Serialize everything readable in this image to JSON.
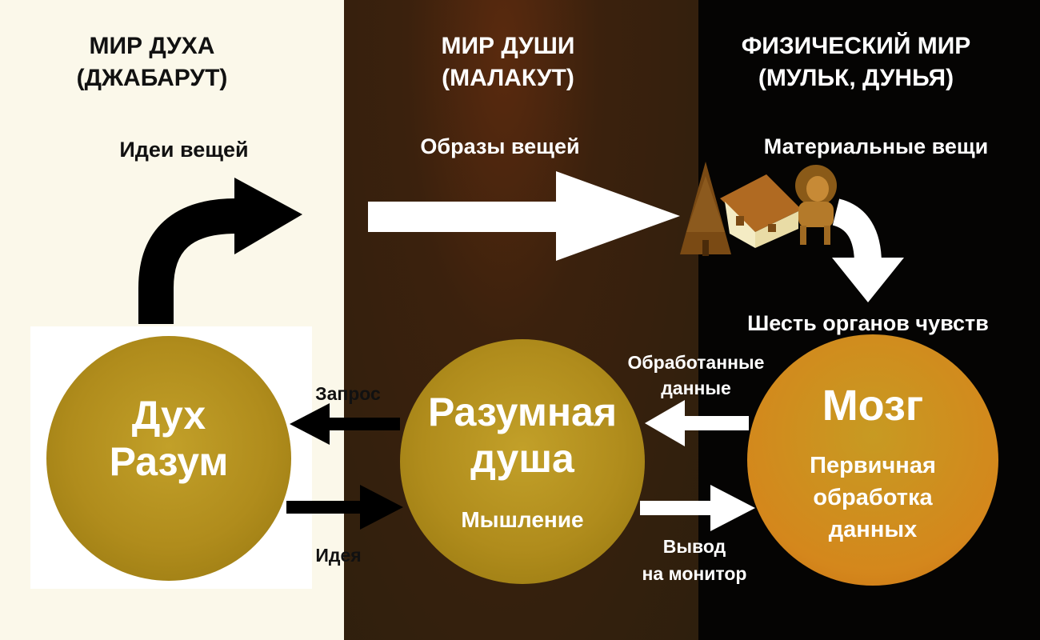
{
  "worlds": {
    "spirit": {
      "title_line1": "МИР ДУХА",
      "title_line2": "(ДЖАБАРУТ)",
      "caption": "Идеи вещей"
    },
    "soul": {
      "title_line1": "МИР ДУШИ",
      "title_line2": "(МАЛАКУТ)",
      "caption": "Образы вещей"
    },
    "physical": {
      "title_line1": "ФИЗИЧЕСКИЙ МИР",
      "title_line2": "(МУЛЬК, ДУНЬЯ)",
      "caption": "Материальные вещи"
    }
  },
  "senses_label": "Шесть органов чувств",
  "circles": {
    "spirit": {
      "line1": "Дух",
      "line2": "Разум"
    },
    "soul": {
      "line1": "Разумная",
      "line2": "душа",
      "sub": "Мышление"
    },
    "brain": {
      "title": "Мозг",
      "sub_line1": "Первичная",
      "sub_line2": "обработка",
      "sub_line3": "данных"
    }
  },
  "arrow_labels": {
    "request": "Запрос",
    "idea": "Идея",
    "processed_line1": "Обработанные",
    "processed_line2": "данные",
    "output_line1": "Вывод",
    "output_line2": "на монитор"
  },
  "colors": {
    "spirit_bg": "#fbf8ea",
    "soul_bg": "#2e1f0d",
    "physical_bg": "#050403",
    "circle_gold": "#b08c1c",
    "brain_orange": "#d4871c"
  }
}
